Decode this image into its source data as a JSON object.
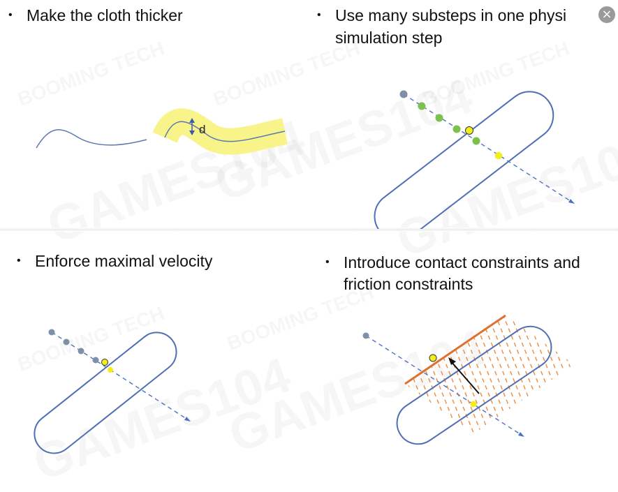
{
  "panels": [
    {
      "bullet": "•",
      "lines": [
        "Make the cloth thicker"
      ]
    },
    {
      "bullet": "•",
      "lines": [
        "Use many substeps in one physi",
        "simulation step"
      ]
    },
    {
      "bullet": "•",
      "lines": [
        "Enforce maximal velocity"
      ]
    },
    {
      "bullet": "•",
      "lines": [
        "Introduce contact constraints and",
        "friction constraints"
      ]
    }
  ],
  "thickness_label": "d",
  "close_icon": "×",
  "watermarks": [
    "GAMES104",
    "BOOMING TECH"
  ],
  "colors": {
    "capsule": "#4f6fb5",
    "trajectory": "#4a72c4",
    "start_point": "#7e8fa6",
    "substep_point": "#7cc04e",
    "contact_point": "#f3ee1a",
    "thick_band": "#f8f48a",
    "friction_lines": "#ee8a3c",
    "contact_edge": "#e07030"
  }
}
